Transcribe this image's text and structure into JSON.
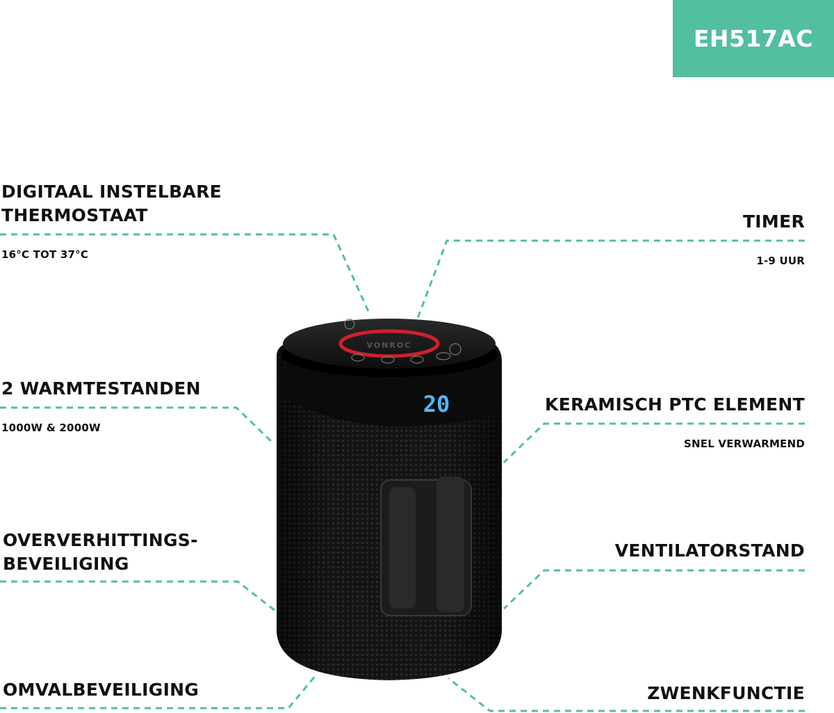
{
  "model_badge": "EH517AC",
  "product": {
    "brand": "VONROC",
    "display_value": "20",
    "accent_color": "#52bf9f",
    "ring_color": "#d0202c",
    "display_color": "#4fb8ff"
  },
  "features": {
    "thermostat": {
      "title_line1": "DIGITAAL INSTELBARE",
      "title_line2": "THERMOSTAAT",
      "detail": "16°C TOT 37°C"
    },
    "timer": {
      "title": "TIMER",
      "detail": "1-9 UUR"
    },
    "heat_settings": {
      "title": "2 WARMTESTANDEN",
      "detail": "1000W & 2000W"
    },
    "ceramic": {
      "title": "KERAMISCH PTC ELEMENT",
      "detail": "SNEL VERWARMEND"
    },
    "overheat": {
      "title_line1": "OVERVERHITTINGS-",
      "title_line2": "BEVEILIGING"
    },
    "fan": {
      "title": "VENTILATORSTAND"
    },
    "tip_over": {
      "title": "OMVALBEVEILIGING"
    },
    "swivel": {
      "title": "ZWENKFUNCTIE"
    }
  }
}
